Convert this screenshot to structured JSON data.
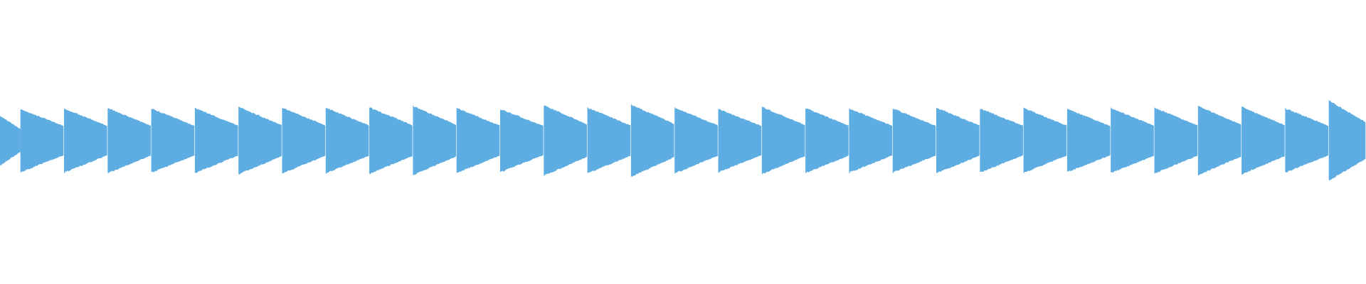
{
  "waveform": {
    "color": "#5dade2",
    "background": "#ffffff",
    "beat_count": 32,
    "first_beat_fraction": 0.55,
    "peaks": [
      0.6,
      0.77,
      0.78,
      0.79,
      0.78,
      0.79,
      0.82,
      0.8,
      0.8,
      0.81,
      0.84,
      0.79,
      0.77,
      0.86,
      0.8,
      0.88,
      0.8,
      0.77,
      0.82,
      0.79,
      0.78,
      0.78,
      0.8,
      0.78,
      0.79,
      0.77,
      0.79,
      0.8,
      0.84,
      0.82,
      0.78,
      0.98
    ],
    "decay": 0.55,
    "noise": 0.06
  }
}
